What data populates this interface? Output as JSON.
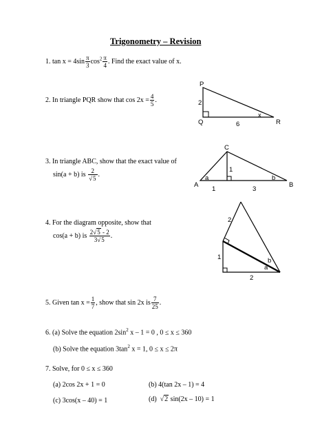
{
  "title": "Trigonometry – Revision",
  "q1": {
    "num": "1.",
    "pre": "tan x = 4sin",
    "pi": "π",
    "den1": "3",
    "mid": "cos",
    "sq": "2",
    "den2": "4",
    "post": ". Find the exact value of x."
  },
  "q2": {
    "num": "2.",
    "pre": "In triangle PQR show that  cos 2x =",
    "n": "4",
    "d": "5",
    "post": "."
  },
  "q3": {
    "num": "3.",
    "line1": "In triangle ABC, show that the exact value of",
    "pre": "sin(a + b) is",
    "n": "2",
    "d_root": "5",
    "post": "."
  },
  "q4": {
    "num": "4.",
    "line1": "For the diagram opposite, show that",
    "pre": "cos(a + b) is",
    "n_coef": "2",
    "n_root": "5",
    "n_tail": "- 2",
    "d_coef": "3",
    "d_root": "5",
    "post": "."
  },
  "q5": {
    "num": "5.",
    "pre": "Given tan x =",
    "n1": "1",
    "d1": "7",
    "mid": ", show that sin 2x is",
    "n2": "7",
    "d2": "25",
    "post": "."
  },
  "q6": {
    "a": {
      "pre": "6. (a)  Solve the equation  2sin",
      "sup": "2",
      "post": " x – 1 = 0 , 0 ≤ x ≤ 360"
    },
    "b": {
      "pre": "(b)  Solve the equation  3tan",
      "sup": "2",
      "post": " x = 1,  0 ≤ x ≤ 2π"
    }
  },
  "q7": {
    "intro": "7.  Solve, for 0 ≤ x ≤ 360",
    "a": "(a)  2cos 2x + 1 = 0",
    "b": "(b)  4(tan 2x – 1) = 4",
    "c": "(c)  3cos(x – 40) = 1",
    "d_pre": "(d)",
    "d_root": "2",
    "d_post": " sin(2x – 10) = 1"
  },
  "diagram_pqr": {
    "P": "P",
    "Q": "Q",
    "R": "R",
    "side_pq": "2",
    "side_qr": "6",
    "angle": "x"
  },
  "diagram_abc": {
    "A": "A",
    "B": "B",
    "C": "C",
    "height": "1",
    "left_base": "1",
    "right_base": "3",
    "angle_a": "a",
    "angle_b": "b"
  },
  "diagram_q4": {
    "top_side": "2",
    "left_side": "1",
    "bottom_side": "2",
    "angle_a": "a",
    "angle_b": "b"
  }
}
